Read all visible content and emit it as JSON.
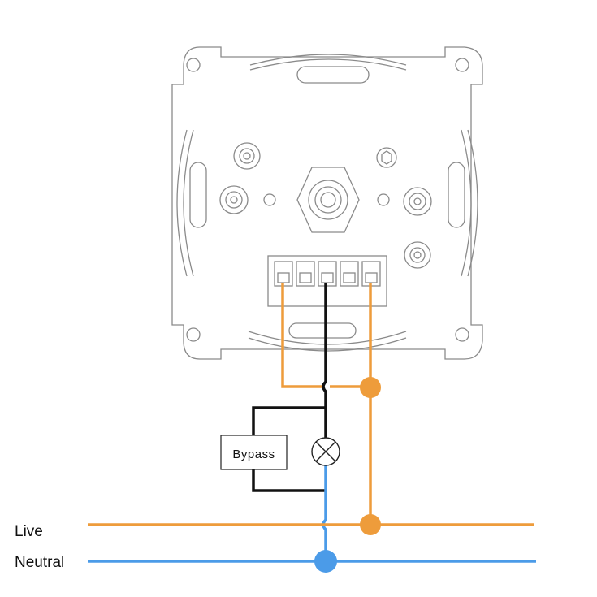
{
  "labels": {
    "live": "Live",
    "neutral": "Neutral",
    "bypass": "Bypass"
  },
  "components": {
    "dimmer": "dimmer-module",
    "lamp": "lamp-symbol",
    "bypass": "bypass-box",
    "terminal_count": 5
  },
  "colors": {
    "live_wire": "#ee9c3b",
    "neutral_wire": "#4b9be8",
    "switched_wire": "#111111",
    "outline": "#8a8a8a"
  }
}
